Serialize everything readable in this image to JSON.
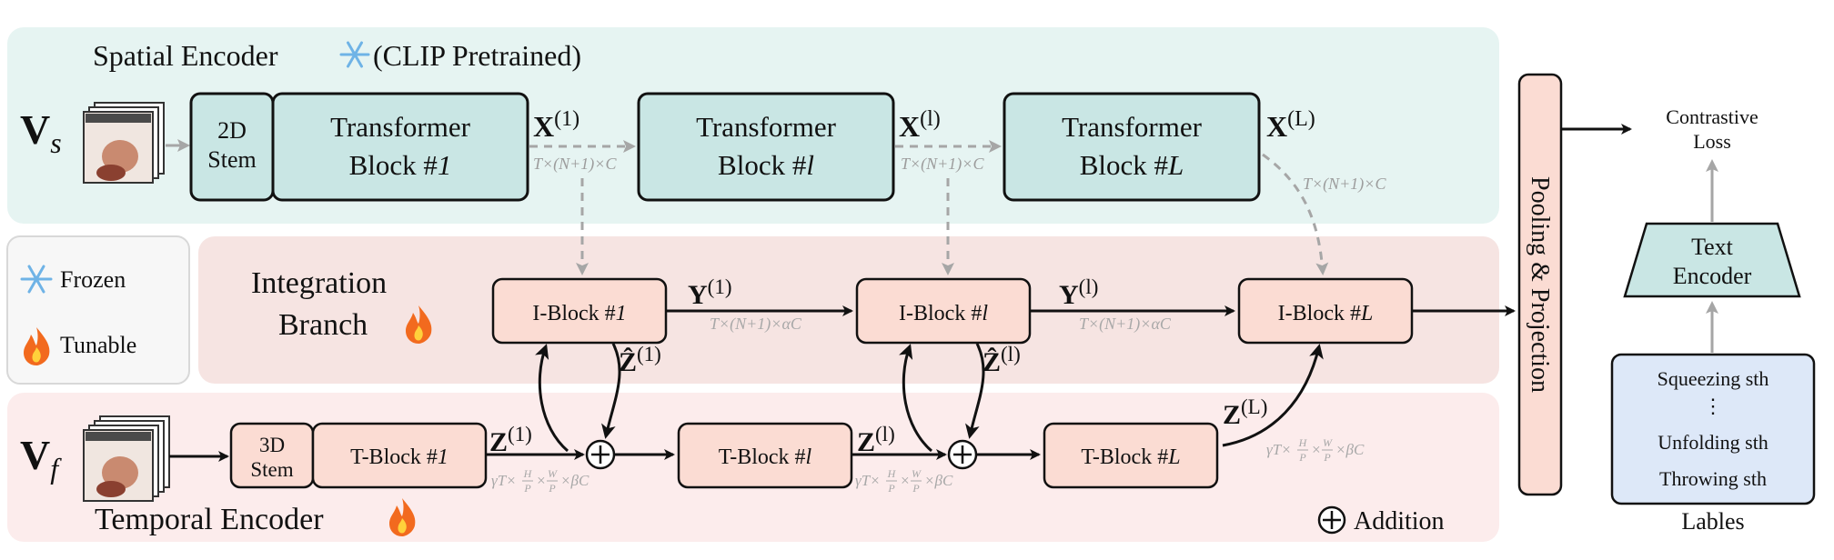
{
  "colors": {
    "spatial_bg": "#e6f4f2",
    "integration_bg": "#f6e4e2",
    "temporal_bg": "#fcecec",
    "teal_block": "#c9e6e4",
    "pink_block": "#fbdcd3",
    "blue_block": "#dde8f8",
    "dashed_arrow": "#a6a6a6",
    "solid_arrow": "#111111"
  },
  "spatial": {
    "title": "Spatial Encoder",
    "title_suffix": "(CLIP Pretrained)",
    "input_main": "V",
    "input_sub": "s",
    "stem_line1": "2D",
    "stem_line2": "Stem",
    "blocks": [
      {
        "line1": "Transformer",
        "line2": "Block #",
        "idx": "1"
      },
      {
        "line1": "Transformer",
        "line2": "Block #",
        "idx": "l"
      },
      {
        "line1": "Transformer",
        "line2": "Block #",
        "idx": "L"
      }
    ],
    "outputs": [
      {
        "main": "X",
        "sup": "(1)"
      },
      {
        "main": "X",
        "sup": "(l)"
      },
      {
        "main": "X",
        "sup": "(L)"
      }
    ],
    "shape": "T×(N+1)×C"
  },
  "legend": {
    "frozen": "Frozen",
    "tunable": "Tunable",
    "frozen_icon": "snowflake-icon",
    "tunable_icon": "fire-icon"
  },
  "integration": {
    "title_line1": "Integration",
    "title_line2": "Branch",
    "blocks": [
      {
        "label": "I-Block #",
        "idx": "1"
      },
      {
        "label": "I-Block #",
        "idx": "l"
      },
      {
        "label": "I-Block #",
        "idx": "L"
      }
    ],
    "outputs": [
      {
        "main": "Y",
        "sup": "(1)"
      },
      {
        "main": "Y",
        "sup": "(l)"
      }
    ],
    "shape": "T×(N+1)×αC",
    "zhat": [
      {
        "main": "Ẑ",
        "sup": "(1)"
      },
      {
        "main": "Ẑ",
        "sup": "(l)"
      }
    ]
  },
  "temporal": {
    "title": "Temporal Encoder",
    "input_main": "V",
    "input_sub": "f",
    "stem_line1": "3D",
    "stem_line2": "Stem",
    "blocks": [
      {
        "label": "T-Block #",
        "idx": "1"
      },
      {
        "label": "T-Block #",
        "idx": "l"
      },
      {
        "label": "T-Block #",
        "idx": "L"
      }
    ],
    "outputs": [
      {
        "main": "Z",
        "sup": "(1)"
      },
      {
        "main": "Z",
        "sup": "(l)"
      },
      {
        "main": "Z",
        "sup": "(L)"
      }
    ],
    "shape_gamma": "γT×",
    "shape_h": "H",
    "shape_p": "P",
    "shape_times": "×",
    "shape_w": "W",
    "shape_beta": "×βC",
    "addition_label": "Addition"
  },
  "pooling": "Pooling & Projection",
  "contrastive_line1": "Contrastive",
  "contrastive_line2": "Loss",
  "text_encoder_line1": "Text",
  "text_encoder_line2": "Encoder",
  "labels": {
    "items": [
      "Squeezing sth",
      "Unfolding sth",
      "Throwing sth"
    ],
    "ellipsis": "⋮",
    "caption": "Lables"
  }
}
